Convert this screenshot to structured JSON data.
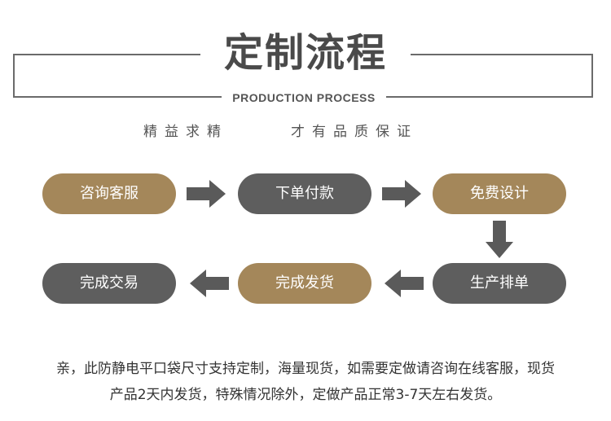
{
  "header": {
    "title": "定制流程",
    "subtitle": "PRODUCTION PROCESS",
    "slogan_left": "精益求精",
    "slogan_right": "才有品质保证"
  },
  "steps": [
    {
      "label": "咨询客服",
      "color": "#a4875a"
    },
    {
      "label": "下单付款",
      "color": "#5e5e5e"
    },
    {
      "label": "免费设计",
      "color": "#a4875a"
    },
    {
      "label": "生产排单",
      "color": "#5e5e5e"
    },
    {
      "label": "完成发货",
      "color": "#a4875a"
    },
    {
      "label": "完成交易",
      "color": "#5e5e5e"
    }
  ],
  "footer": {
    "line1": "亲，此防静电平口袋尺寸支持定制，海量现货，如需要定做请咨询在线客服，现货",
    "line2": "产品2天内发货，特殊情况除外，定做产品正常3-7天左右发货。"
  },
  "colors": {
    "accent_gold": "#a4875a",
    "accent_gray": "#5e5e5e",
    "arrow_gray": "#5a5a5a"
  }
}
